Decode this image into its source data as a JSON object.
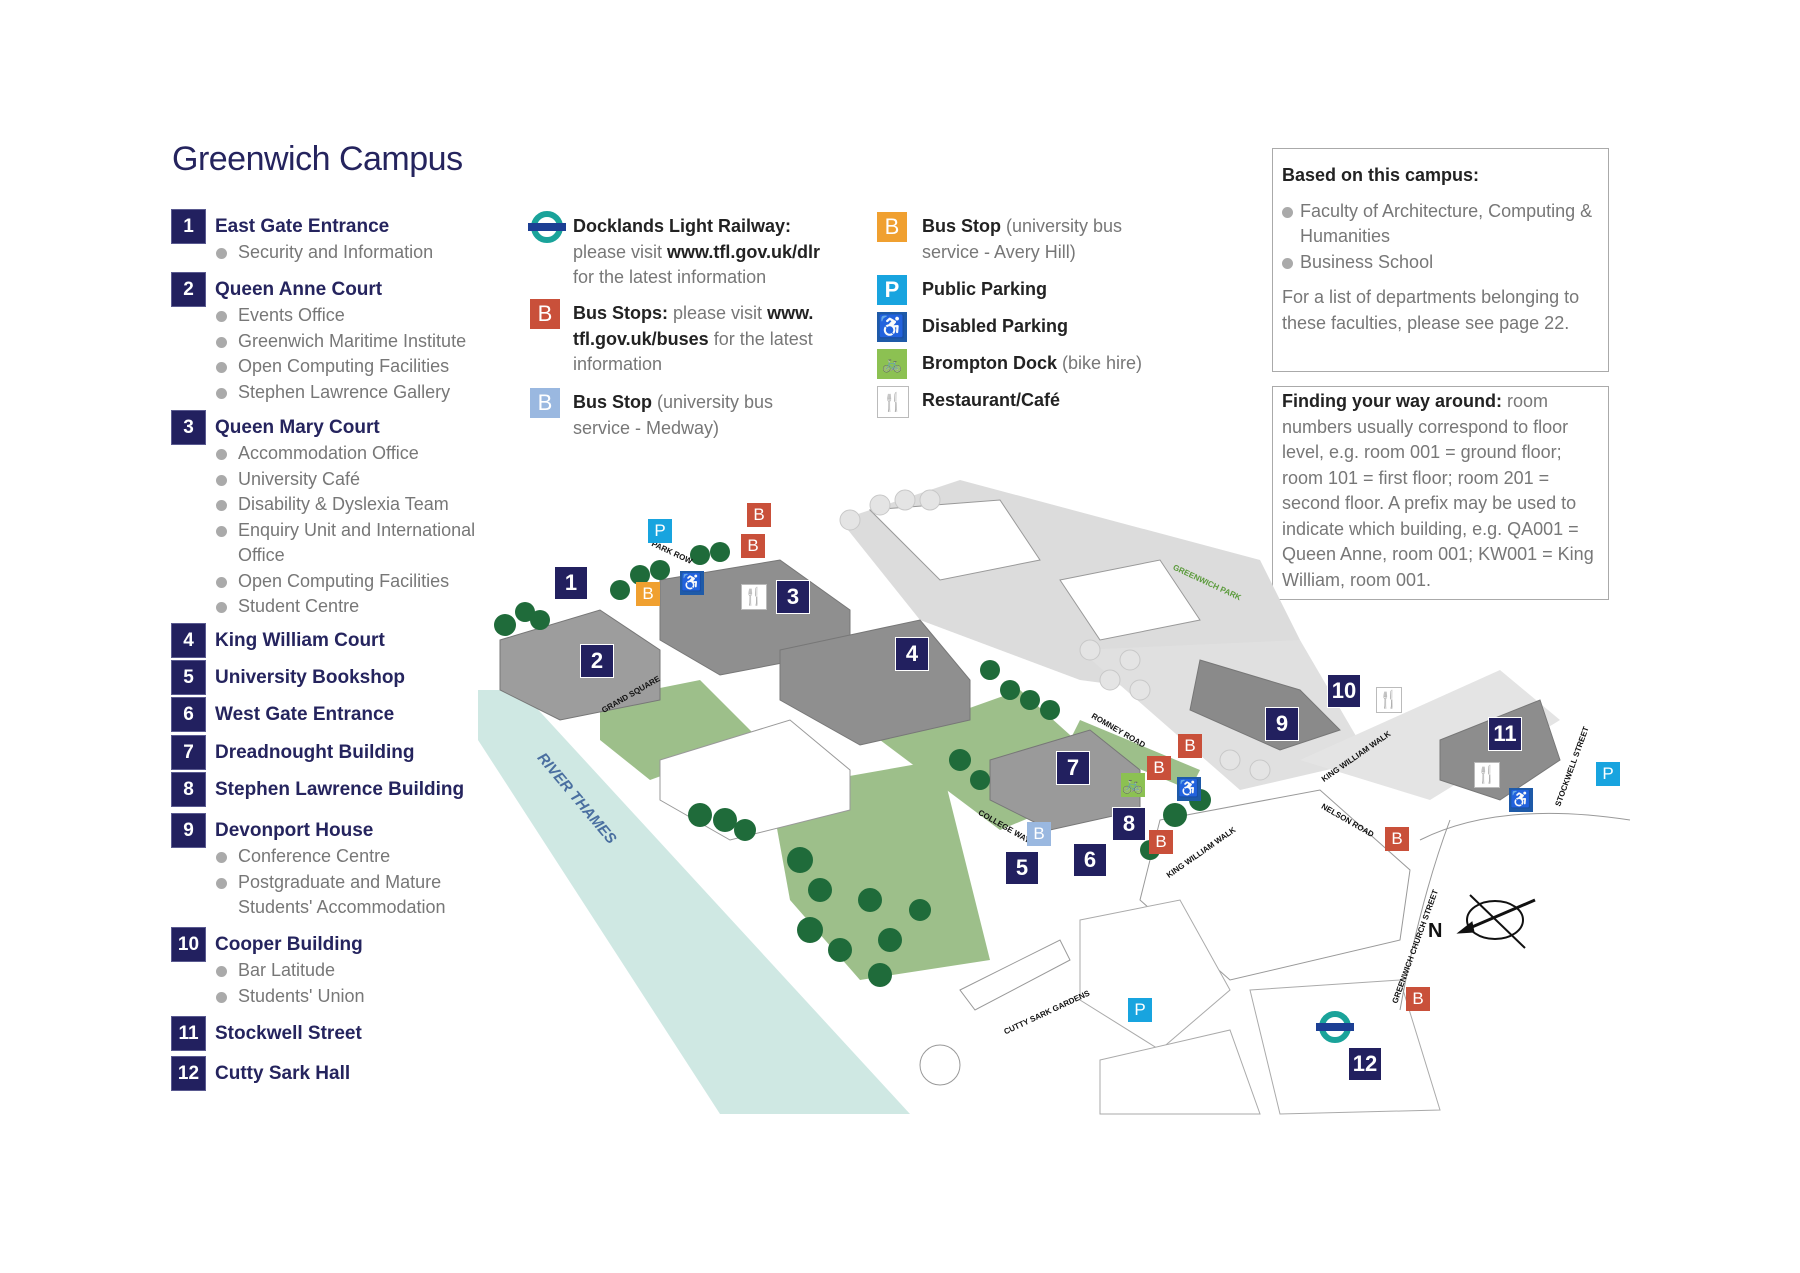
{
  "title": "Greenwich Campus",
  "buildings": [
    {
      "num": "1",
      "name": "East Gate Entrance",
      "items": [
        "Security and Information"
      ]
    },
    {
      "num": "2",
      "name": "Queen Anne Court",
      "items": [
        "Events Office",
        "Greenwich Maritime Institute",
        "Open Computing Facilities",
        "Stephen Lawrence Gallery"
      ]
    },
    {
      "num": "3",
      "name": "Queen Mary Court",
      "items": [
        "Accommodation Office",
        "University Café",
        "Disability & Dyslexia Team",
        "Enquiry Unit and International",
        "Office",
        "Open Computing Facilities",
        "Student Centre"
      ]
    },
    {
      "num": "4",
      "name": "King William Court",
      "items": []
    },
    {
      "num": "5",
      "name": "University Bookshop",
      "items": []
    },
    {
      "num": "6",
      "name": "West Gate Entrance",
      "items": []
    },
    {
      "num": "7",
      "name": "Dreadnought Building",
      "items": []
    },
    {
      "num": "8",
      "name": "Stephen Lawrence Building",
      "items": []
    },
    {
      "num": "9",
      "name": "Devonport House",
      "items": [
        "Conference Centre",
        "Postgraduate and Mature",
        "Students' Accommodation"
      ]
    },
    {
      "num": "10",
      "name": "Cooper Building",
      "items": [
        "Bar Latitude",
        "Students' Union"
      ]
    },
    {
      "num": "11",
      "name": "Stockwell Street",
      "items": []
    },
    {
      "num": "12",
      "name": "Cutty Sark Hall",
      "items": []
    }
  ],
  "legend": {
    "dlr": {
      "bold": "Docklands Light Railway:",
      "l2a": "please visit ",
      "l2b": "www.tfl.gov.uk/dlr",
      "l3": "for the latest information",
      "icon": "dlr-roundel-icon",
      "icon_text": "DLR"
    },
    "bus_stops": {
      "bold": "Bus Stops:",
      "l1": " please visit ",
      "l1b": "www.",
      "l2b": "tfl.gov.uk/buses",
      "l2": " for the latest",
      "l3": "information",
      "icon_text": "B"
    },
    "medway": {
      "bold": "Bus Stop",
      "l1": " (university bus",
      "l2": "service - Medway)",
      "icon_text": "B"
    },
    "avery": {
      "bold": "Bus Stop",
      "l1": " (university bus",
      "l2": "service - Avery Hill)",
      "icon_text": "B"
    },
    "parking": {
      "bold": "Public Parking",
      "icon_text": "P"
    },
    "disabled": {
      "bold": "Disabled Parking",
      "icon_text": "♿"
    },
    "brompton": {
      "bold": "Brompton Dock",
      "l1": " (bike hire)",
      "icon_text": "🚲"
    },
    "restaurant": {
      "bold": "Restaurant/Café",
      "icon_text": "🍴"
    }
  },
  "campus_box": {
    "heading": "Based on this campus:",
    "items": [
      "Faculty of Architecture, Computing & Humanities",
      "Business School"
    ],
    "note": "For a list of departments belonging to these faculties, please see page 22."
  },
  "wayfinding_box": {
    "bold": "Finding your way around:",
    "text": " room numbers usually correspond to floor level, e.g. room 001 = ground floor; room 101 = first floor; room 201 = second floor. A prefix may be used to indicate which building, e.g. QA001 = Queen Anne, room 001; KW001 = King William, room 001."
  },
  "map": {
    "labels": {
      "river": "RIVER THAMES",
      "park": "GREENWICH PARK",
      "romney": "ROMNEY ROAD",
      "grand": "GRAND SQUARE",
      "college": "COLLEGE WAY",
      "kww1": "KING WILLIAM WALK",
      "kww2": "KING WILLIAM WALK",
      "nelson": "NELSON ROAD",
      "church": "GREENWICH CHURCH STREET",
      "stockwell": "STOCKWELL STREET",
      "cutty": "CUTTY SARK GARDENS",
      "parkrow": "PARK ROW"
    },
    "north": "N",
    "icons": {
      "B": "B",
      "P": "P",
      "dis": "♿",
      "bike": "🚲",
      "rest": "🍴",
      "dlr": "DLR"
    },
    "colors": {
      "navy": "#22205f",
      "bus_red": "#c9503a",
      "bus_orange": "#f0a030",
      "bus_lblue": "#9ab8e0",
      "parking": "#18a4df",
      "disabled": "#1e5aa8",
      "bike": "#8cc152",
      "river": "#cfe8e3",
      "grass": "#9dbf8a"
    }
  }
}
